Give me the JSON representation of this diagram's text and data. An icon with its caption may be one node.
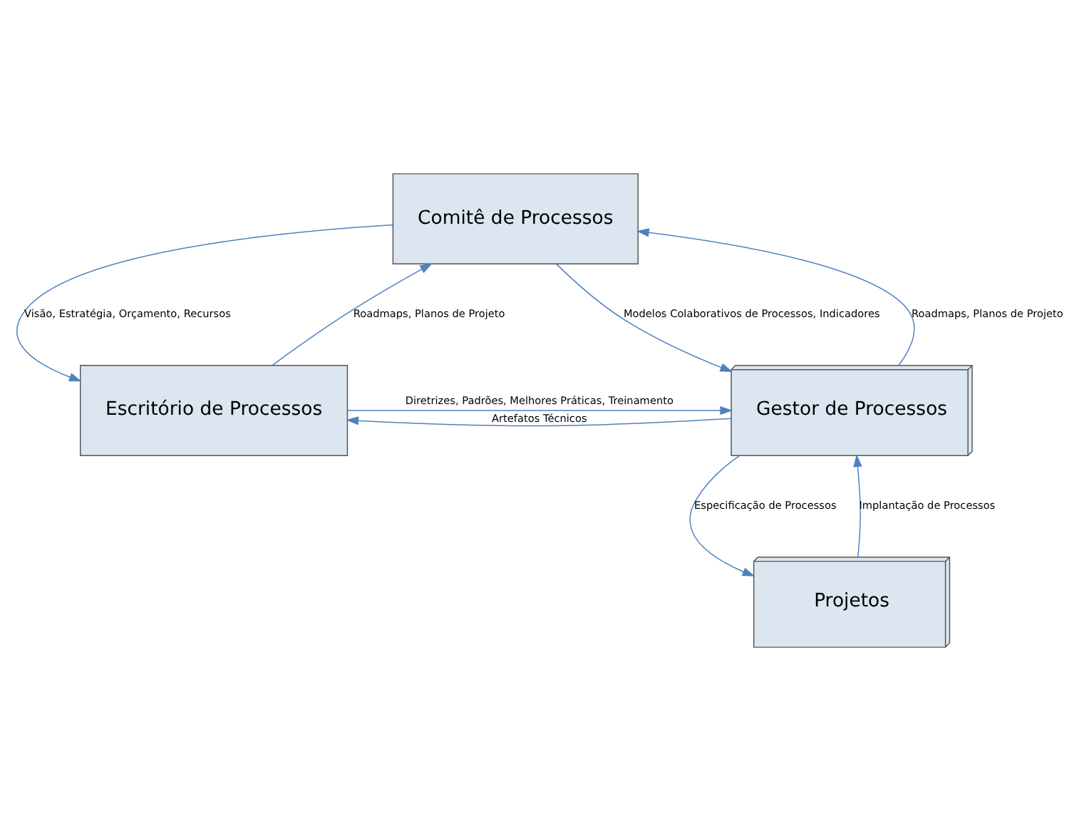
{
  "diagram": {
    "nodes": [
      {
        "text": [
          "Comitê de Processos"
        ]
      },
      {
        "text": [
          "Escritório de Processos"
        ]
      },
      {
        "text": [
          "Gestor de Processos"
        ]
      },
      {
        "text": [
          "Projetos"
        ]
      }
    ],
    "edges": [
      {
        "from": 0,
        "to": 1,
        "arrow": "to",
        "label": "Visão, Estratégia, Orçamento, Recursos"
      },
      {
        "from": 1,
        "to": 0,
        "arrow": "to",
        "label": "Roadmaps, Planos de Projeto"
      },
      {
        "from": 2,
        "to": 0,
        "arrow": "to",
        "label": "Roadmaps, Planos de Projeto"
      },
      {
        "from": 0,
        "to": 2,
        "arrow": "to",
        "label": "Modelos Colaborativos de Processos, Indicadores"
      },
      {
        "from": 1,
        "to": 2,
        "arrow": "to",
        "label": "Diretrizes, Padrões, Melhores Práticas, Treinamento"
      },
      {
        "from": 2,
        "to": 1,
        "arrow": "to",
        "label": "Artefatos Técnicos"
      },
      {
        "from": 2,
        "to": 3,
        "arrow": "to",
        "label": "Especificação de Processos"
      },
      {
        "from": 3,
        "to": 2,
        "arrow": "to",
        "label": "Implantação de Processos"
      }
    ]
  }
}
